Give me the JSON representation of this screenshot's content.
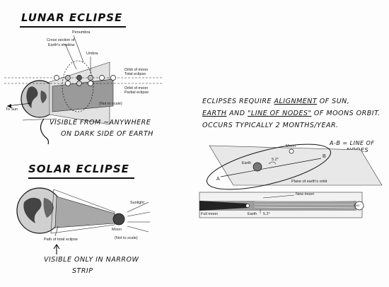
{
  "lunar": {
    "title": "LUNAR ECLIPSE",
    "labels": {
      "penumbra": "Penumbra",
      "cross_section": "Cross section of",
      "cross_section2": "Earth's shadow",
      "umbra": "Umbra",
      "orbit_total": "Orbit of moon",
      "orbit_total2": "Total eclipse",
      "orbit_partial": "Orbit of moon",
      "orbit_partial2": "Partial eclipse",
      "to_sun": "To Sun",
      "not_to_scale": "(Not to scale)"
    },
    "note_line1": "VISIBLE FROM ~ANYWHERE",
    "note_line2": "ON DARK SIDE OF EARTH"
  },
  "solar": {
    "title": "SOLAR ECLIPSE",
    "labels": {
      "sunlight": "Sunlight",
      "moon": "Moon",
      "path": "Path of total eclipse",
      "not_to_scale": "(Not to scale)"
    },
    "note_line1": "VISIBLE ONLY IN NARROW",
    "note_line2": "STRIP"
  },
  "alignment": {
    "line1_a": "ECLIPSES REQUIRE ",
    "line1_b": "ALIGNMENT",
    "line1_c": " OF SUN,",
    "line2_a": "EARTH",
    "line2_b": " AND ",
    "line2_c": "\"LINE OF NODES\"",
    "line2_d": " OF MOONS ORBIT.",
    "line3": "OCCURS TYPICALLY 2 MONTHS/YEAR.",
    "ab_note1": "A-B = LINE OF",
    "ab_note2": "NODES"
  },
  "orbit_diagram": {
    "moon": "Moon",
    "earth": "Earth",
    "angle": "5.2°",
    "plane": "Plane of earth's orbit",
    "a": "A",
    "b": "B"
  },
  "strip": {
    "new_moon": "New moon",
    "full_moon": "Full moon",
    "earth": "Earth",
    "angle": "5.2°",
    "sun": "Sun"
  }
}
